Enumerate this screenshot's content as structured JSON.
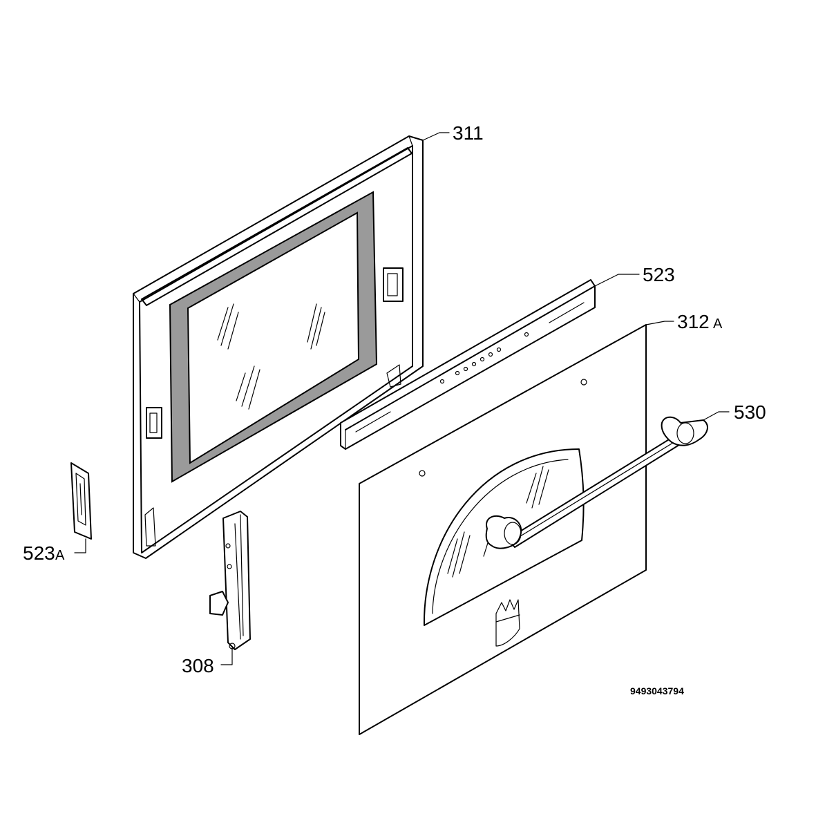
{
  "labels": {
    "p311": "311",
    "p523": "523",
    "p312": "312",
    "p312_suffix": "A",
    "p530": "530",
    "p523a": "523",
    "p523a_suffix": "A",
    "p308": "308"
  },
  "drawing_code": "9493043794"
}
